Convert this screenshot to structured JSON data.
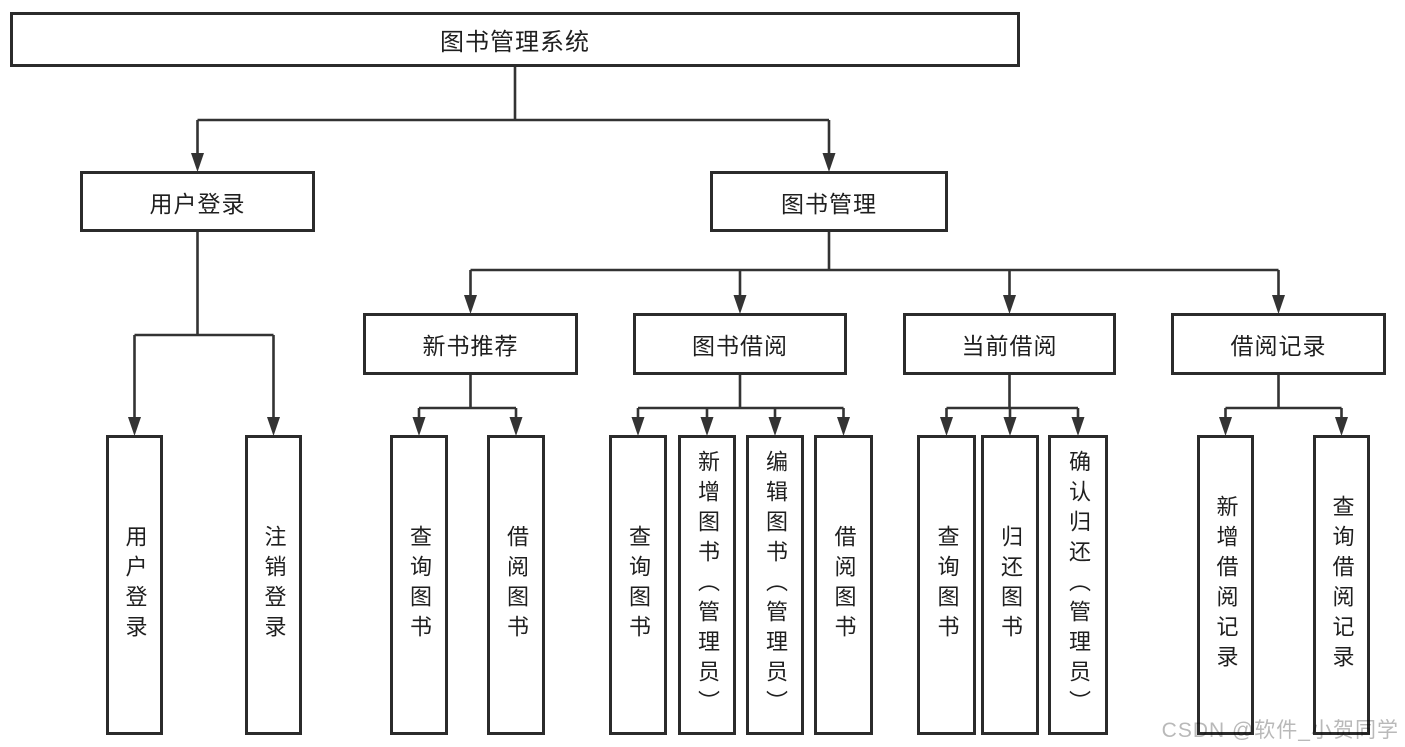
{
  "tree": {
    "label": "图书管理系统",
    "children": [
      {
        "label": "用户登录",
        "children": [
          {
            "label": "用户登录"
          },
          {
            "label": "注销登录"
          }
        ]
      },
      {
        "label": "图书管理",
        "children": [
          {
            "label": "新书推荐",
            "children": [
              {
                "label": "查询图书"
              },
              {
                "label": "借阅图书"
              }
            ]
          },
          {
            "label": "图书借阅",
            "children": [
              {
                "label": "查询图书"
              },
              {
                "label": "新增图书（管理员）"
              },
              {
                "label": "编辑图书（管理员）"
              },
              {
                "label": "借阅图书"
              }
            ]
          },
          {
            "label": "当前借阅",
            "children": [
              {
                "label": "查询图书"
              },
              {
                "label": "归还图书"
              },
              {
                "label": "确认归还（管理员）"
              }
            ]
          },
          {
            "label": "借阅记录",
            "children": [
              {
                "label": "新增借阅记录"
              },
              {
                "label": "查询借阅记录"
              }
            ]
          }
        ]
      }
    ]
  },
  "watermark": "CSDN @软件_小贺同学",
  "colors": {
    "line": "#333333",
    "box_border": "#2b2b2b",
    "box_fill": "#ffffff",
    "text": "#1f1f1f",
    "watermark": "#b9b9b9"
  }
}
